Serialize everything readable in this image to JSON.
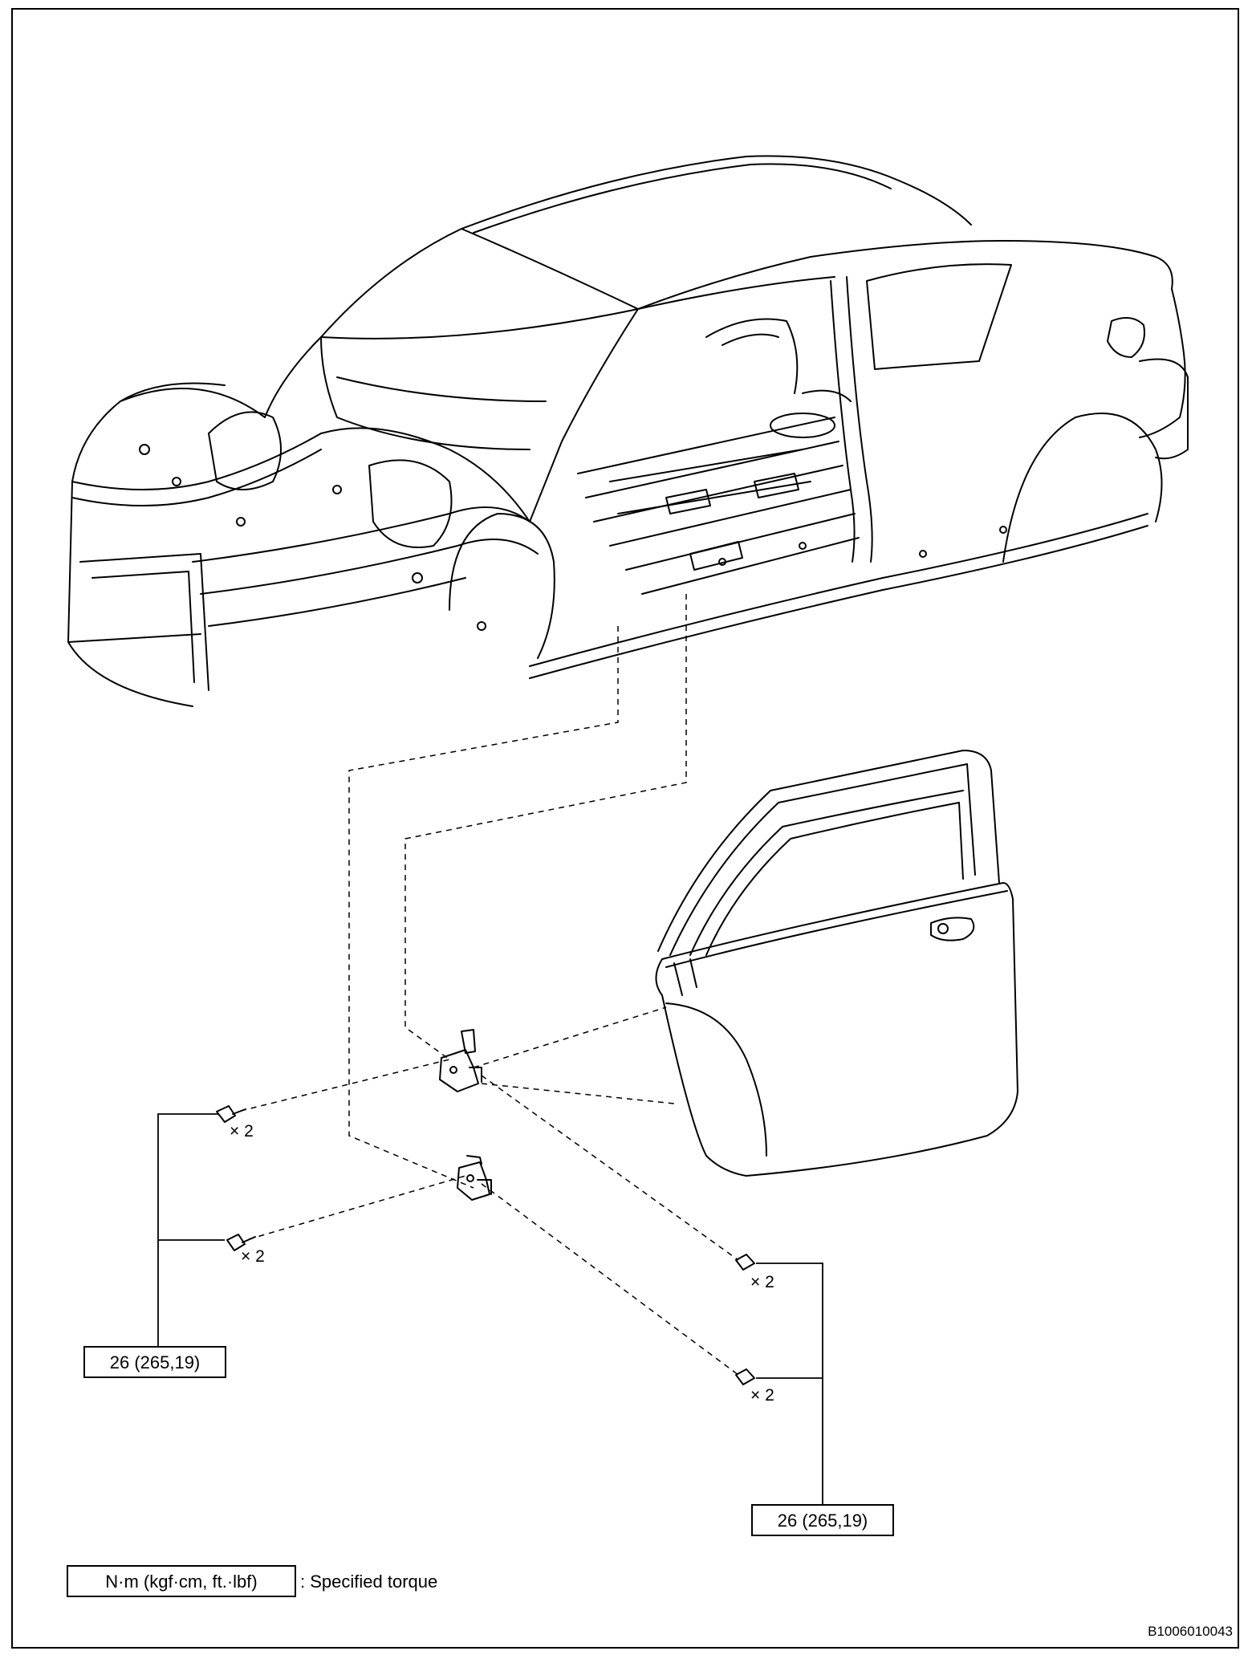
{
  "figure": {
    "id_code": "B1006010043"
  },
  "callouts": {
    "qty_front_upper": "× 2",
    "qty_front_lower": "× 2",
    "qty_rear_upper": "× 2",
    "qty_rear_lower": "× 2",
    "torque_left": "26 (265,19)",
    "torque_right": "26 (265,19)"
  },
  "legend": {
    "box_label": "N·m (kgf·cm, ft.·lbf)",
    "description": ": Specified torque"
  },
  "colors": {
    "line": "#000000",
    "background": "#ffffff"
  }
}
